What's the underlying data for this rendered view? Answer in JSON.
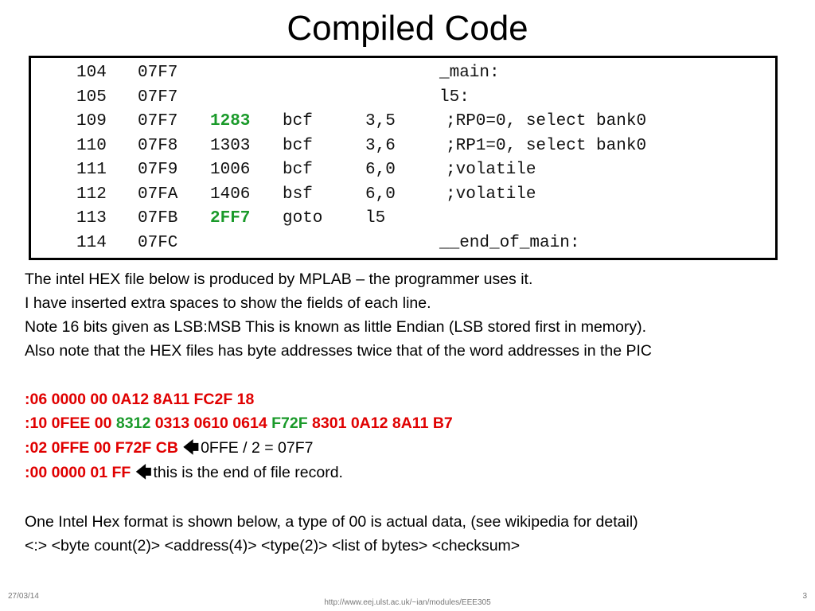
{
  "slide": {
    "title": "Compiled Code",
    "code_lines": [
      {
        "line": "104",
        "addr": "07F7",
        "opcode": "",
        "opcode_highlight": false,
        "mnemonic": "",
        "operand": "",
        "label": "_main:",
        "comment": ""
      },
      {
        "line": "105",
        "addr": "07F7",
        "opcode": "",
        "opcode_highlight": false,
        "mnemonic": "",
        "operand": "",
        "label": "l5:",
        "comment": ""
      },
      {
        "line": "109",
        "addr": "07F7",
        "opcode": "1283",
        "opcode_highlight": true,
        "mnemonic": "bcf",
        "operand": "3,5",
        "label": "",
        "comment": ";RP0=0, select bank0"
      },
      {
        "line": "110",
        "addr": "07F8",
        "opcode": "1303",
        "opcode_highlight": false,
        "mnemonic": "bcf",
        "operand": "3,6",
        "label": "",
        "comment": ";RP1=0, select bank0"
      },
      {
        "line": "111",
        "addr": "07F9",
        "opcode": "1006",
        "opcode_highlight": false,
        "mnemonic": "bcf",
        "operand": "6,0",
        "label": "",
        "comment": ";volatile"
      },
      {
        "line": "112",
        "addr": "07FA",
        "opcode": "1406",
        "opcode_highlight": false,
        "mnemonic": "bsf",
        "operand": "6,0",
        "label": "",
        "comment": ";volatile"
      },
      {
        "line": "113",
        "addr": "07FB",
        "opcode": "2FF7",
        "opcode_highlight": true,
        "mnemonic": "goto",
        "operand": "l5",
        "label": "",
        "comment": ""
      },
      {
        "line": "114",
        "addr": "07FC",
        "opcode": "",
        "opcode_highlight": false,
        "mnemonic": "",
        "operand": "",
        "label": "__end_of_main:",
        "comment": ""
      }
    ],
    "explanation": [
      "The intel HEX file below is produced by MPLAB – the programmer uses it.",
      "I have inserted extra spaces to show the fields of each line.",
      "Note 16 bits given as LSB:MSB This is known as little Endian (LSB stored first in memory).",
      "Also note that the HEX files has byte addresses twice that of the word addresses in the PIC"
    ],
    "hex_lines": {
      "l1": ":06  0000 00  0A12 8A11 FC2F 18",
      "l2_a": ":10  0FEE 00  ",
      "l2_b": "8312",
      "l2_c": " 0313 0610 0614 ",
      "l2_d": "F72F",
      "l2_e": " 8301 0A12 8A11 B7",
      "l3_a": ":02  0FFE 00  F72F CB",
      "l3_note": "0FFE / 2  = 07F7",
      "l4_a": ":00  0000 01 FF",
      "l4_note": "this is the end of file record."
    },
    "format_note": "One Intel Hex format is shown below, a type  of 00 is actual data,   (see wikipedia for detail)",
    "format_fields": "<:>  <byte count(2)>  <address(4)>  <type(2)>  <list of bytes>  <checksum>",
    "footer": {
      "date": "27/03/14",
      "url": "http://www.eej.ulst.ac.uk/~ian/modules/EEE305",
      "page": "3"
    },
    "colors": {
      "hex_red": "#e00000",
      "highlight_green": "#1a9a2a"
    }
  }
}
